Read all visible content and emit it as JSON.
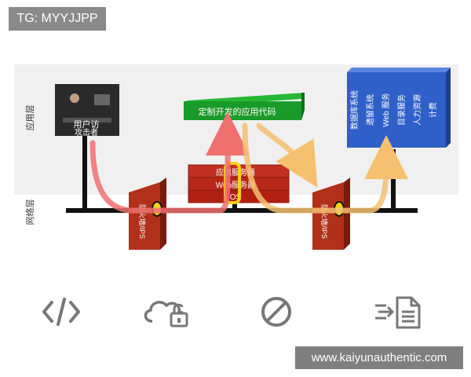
{
  "badges": {
    "top_left": "TG: MYYJJPP",
    "bottom_right": "www.kaiyunauthentic.com"
  },
  "layers": {
    "application": "应用层",
    "network": "网络层"
  },
  "user_box": {
    "line1": "用户访",
    "line2": "攻击者"
  },
  "custom_code": "定制开发的应用代码",
  "server_stack": {
    "app_server": "应用服务器",
    "web_server": "Web服务器",
    "os": "OS"
  },
  "firewall_left": "防火墙/IPS",
  "firewall_right": "防火墙/IPS",
  "services": [
    "数据库系统",
    "遗留系统",
    "Web 服务",
    "目录服务",
    "人力资源",
    "计费"
  ],
  "colors": {
    "panel": "#f0f0f0",
    "network_line": "#111111",
    "firewall": "#b0301a",
    "server": "#c03020",
    "code_box": "#1a9a28",
    "service_block": "#2f5fc8",
    "attack_path": "#f07070",
    "valid_path": "#f5c070",
    "icon_gray": "#777777"
  },
  "icons": [
    "code-icon",
    "cloud-unlock-icon",
    "prohibited-icon",
    "import-document-icon"
  ]
}
